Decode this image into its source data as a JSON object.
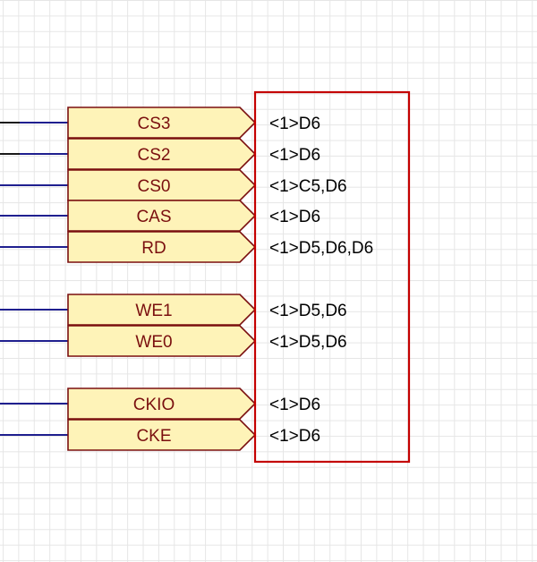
{
  "colors": {
    "wire": "#1f1f8f",
    "wire_dark": "#1a1a1a",
    "port_fill": "#fef3b8",
    "port_stroke": "#7a0f0f",
    "box_stroke": "#c40000"
  },
  "ports": [
    {
      "name": "CS3",
      "ref": "<1>D6"
    },
    {
      "name": "CS2",
      "ref": "<1>D6"
    },
    {
      "name": "CS0",
      "ref": "<1>C5,D6"
    },
    {
      "name": "CAS",
      "ref": "<1>D6"
    },
    {
      "name": "RD",
      "ref": "<1>D5,D6,D6"
    },
    {
      "name": "WE1",
      "ref": "<1>D5,D6"
    },
    {
      "name": "WE0",
      "ref": "<1>D5,D6"
    },
    {
      "name": "CKIO",
      "ref": "<1>D6"
    },
    {
      "name": "CKE",
      "ref": "<1>D6"
    }
  ]
}
